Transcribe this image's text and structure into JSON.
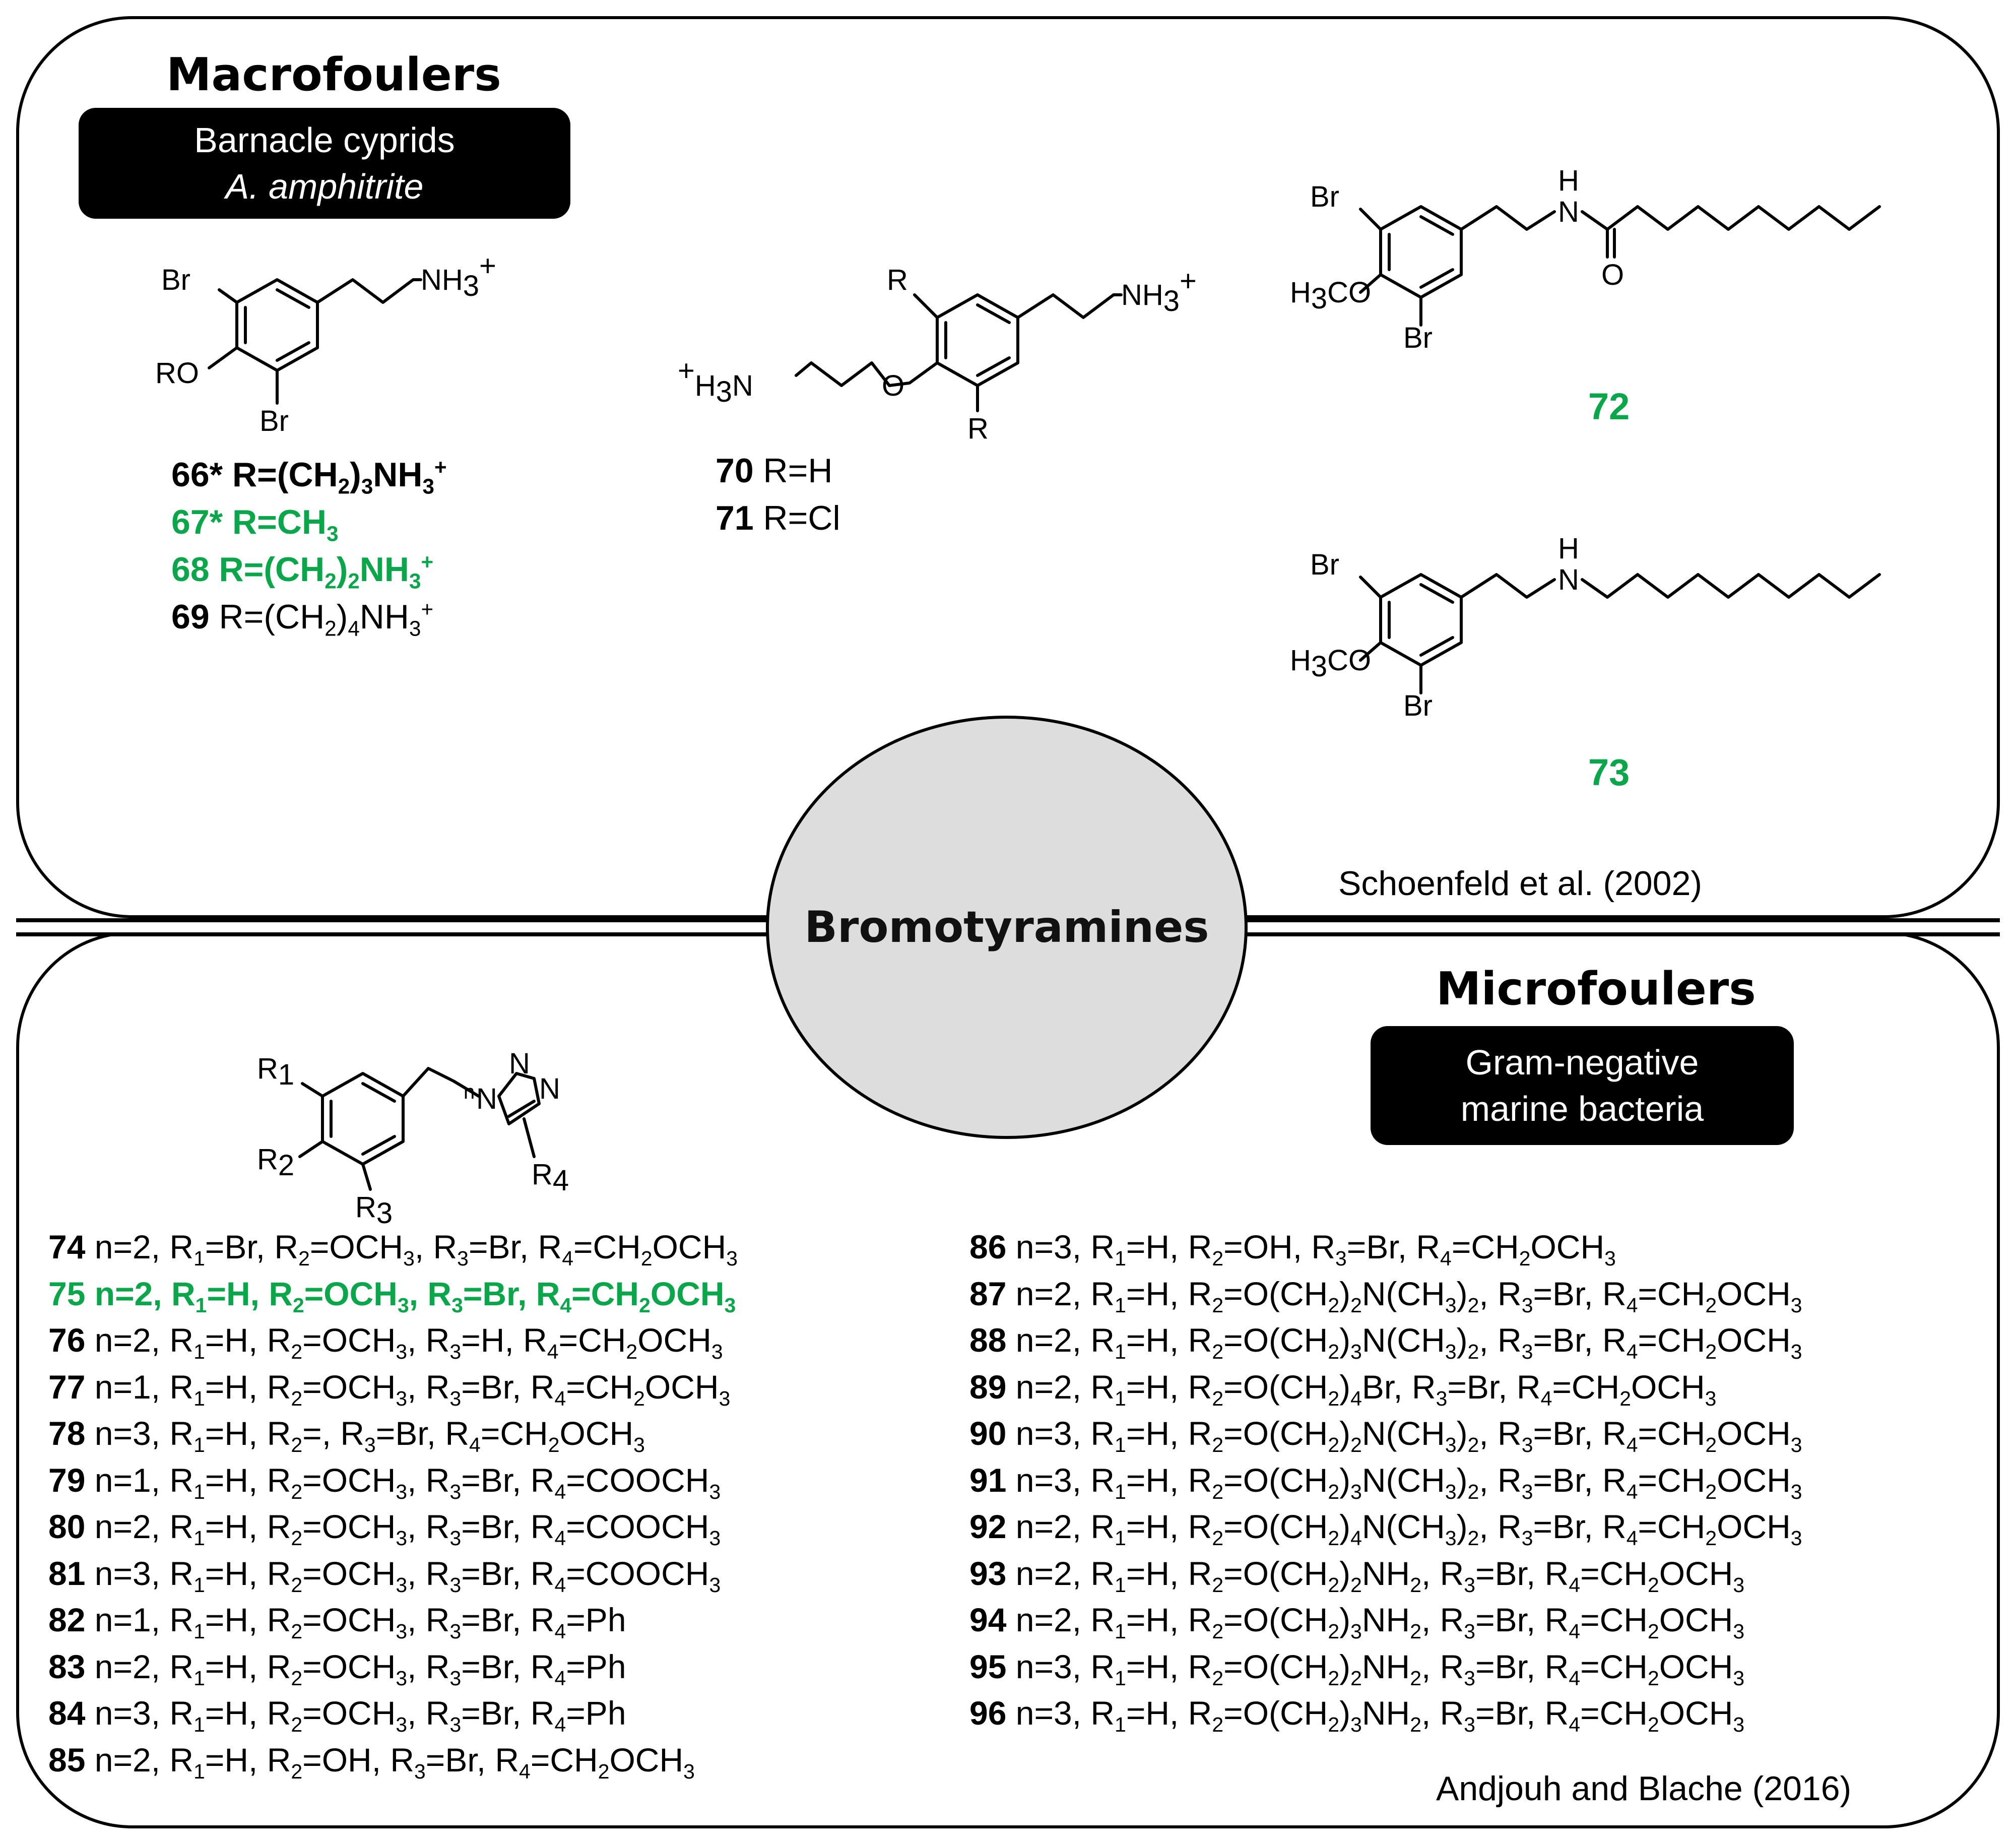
{
  "top_panel": {
    "heading": "Macrofoulers",
    "badge_line1": "Barnacle cyprids",
    "badge_line2": "A. amphitrite",
    "compounds_66_69": [
      {
        "num": "66*",
        "r": "R=(CH",
        "s1": "2",
        "r2": ")",
        "s2": "3",
        "r3": "NH",
        "s3": "3",
        "sup": "+"
      },
      {
        "num": "67*",
        "r": "R=CH",
        "s1": "3"
      },
      {
        "num": "68",
        "r": "R=(CH",
        "s1": "2",
        "r2": ")",
        "s2": "2",
        "r3": "NH",
        "s3": "3",
        "sup": "+"
      },
      {
        "num": "69",
        "r": "R=(CH",
        "s1": "2",
        "r2": ")",
        "s2": "4",
        "r3": "NH",
        "s3": "3",
        "sup": "+"
      }
    ],
    "compounds_70_71": [
      {
        "num": "70",
        "r": "R=H"
      },
      {
        "num": "71",
        "r": "R=Cl"
      }
    ],
    "compound_72": "72",
    "compound_73": "73",
    "citation": "Schoenfeld  et al. (2002)"
  },
  "center": {
    "label": "Bromotyramines"
  },
  "bottom_panel": {
    "heading": "Microfoulers",
    "badge_line1": "Gram-negative",
    "badge_line2": "marine bacteria",
    "citation": "Andjouh  and Blache  (2016)",
    "left_list": [
      {
        "num": "74",
        "n": "2",
        "r1": "Br",
        "r2": "OCH3",
        "r3": "Br",
        "r4": "CH2OCH3"
      },
      {
        "num": "75",
        "n": "2",
        "r1": "H",
        "r2": "OCH3",
        "r3": "Br",
        "r4": "CH2OCH3",
        "highlight": true
      },
      {
        "num": "76",
        "n": "2",
        "r1": "H",
        "r2": "OCH3",
        "r3": "H",
        "r4": "CH2OCH3"
      },
      {
        "num": "77",
        "n": "1",
        "r1": "H",
        "r2": "OCH3",
        "r3": "Br",
        "r4": "CH2OCH3"
      },
      {
        "num": "78",
        "n": "3",
        "r1": "H",
        "r2": "",
        "r3": "Br",
        "r4": "CH2OCH3"
      },
      {
        "num": "79",
        "n": "1",
        "r1": "H",
        "r2": "OCH3",
        "r3": "Br",
        "r4": "COOCH3"
      },
      {
        "num": "80",
        "n": "2",
        "r1": "H",
        "r2": "OCH3",
        "r3": "Br",
        "r4": "COOCH3"
      },
      {
        "num": "81",
        "n": "3",
        "r1": "H",
        "r2": "OCH3",
        "r3": "Br",
        "r4": "COOCH3"
      },
      {
        "num": "82",
        "n": "1",
        "r1": "H",
        "r2": "OCH3",
        "r3": "Br",
        "r4": "Ph"
      },
      {
        "num": "83",
        "n": "2",
        "r1": "H",
        "r2": "OCH3",
        "r3": "Br",
        "r4": "Ph"
      },
      {
        "num": "84",
        "n": "3",
        "r1": "H",
        "r2": "OCH3",
        "r3": "Br",
        "r4": "Ph"
      },
      {
        "num": "85",
        "n": "2",
        "r1": "H",
        "r2": "OH",
        "r3": "Br",
        "r4": "CH2OCH3"
      }
    ],
    "right_list": [
      {
        "num": "86",
        "n": "3",
        "r1": "H",
        "r2": "OH",
        "r3": "Br",
        "r4": "CH2OCH3"
      },
      {
        "num": "87",
        "n": "2",
        "r1": "H",
        "r2": "O(CH2)2N(CH3)2",
        "r3": "Br",
        "r4": "CH2OCH3"
      },
      {
        "num": "88",
        "n": "2",
        "r1": "H",
        "r2": "O(CH2)3N(CH3)2",
        "r3": "Br",
        "r4": "CH2OCH3"
      },
      {
        "num": "89",
        "n": "2",
        "r1": "H",
        "r2": "O(CH2)4Br",
        "r3": "Br",
        "r4": "CH2OCH3"
      },
      {
        "num": "90",
        "n": "3",
        "r1": "H",
        "r2": "O(CH2)2N(CH3)2",
        "r3": "Br",
        "r4": "CH2OCH3"
      },
      {
        "num": "91",
        "n": "3",
        "r1": "H",
        "r2": "O(CH2)3N(CH3)2",
        "r3": "Br",
        "r4": "CH2OCH3"
      },
      {
        "num": "92",
        "n": "2",
        "r1": "H",
        "r2": "O(CH2)4N(CH3)2",
        "r3": "Br",
        "r4": "CH2OCH3"
      },
      {
        "num": "93",
        "n": "2",
        "r1": "H",
        "r2": "O(CH2)2NH2",
        "r3": "Br",
        "r4": "CH2OCH3"
      },
      {
        "num": "94",
        "n": "2",
        "r1": "H",
        "r2": "O(CH2)3NH2",
        "r3": "Br",
        "r4": "CH2OCH3"
      },
      {
        "num": "95",
        "n": "3",
        "r1": "H",
        "r2": "O(CH2)2NH2",
        "r3": "Br",
        "r4": "CH2OCH3"
      },
      {
        "num": "96",
        "n": "3",
        "r1": "H",
        "r2": "O(CH2)3NH2",
        "r3": "Br",
        "r4": "CH2OCH3"
      }
    ]
  },
  "structure_labels": {
    "Br": "Br",
    "RO": "RO",
    "R": "R",
    "NH3": "NH",
    "three": "3",
    "plus": "+",
    "H3N": "H",
    "N": "N",
    "O": "O",
    "H": "H",
    "H3CO_H": "H",
    "H3CO_CO": "CO",
    "R1": "R",
    "R2": "R",
    "R3": "R",
    "R4": "R",
    "one": "1",
    "two": "2",
    "four": "4",
    "n": "n"
  },
  "colors": {
    "highlight": "#0aa64a",
    "circle_fill": "#dddddd",
    "badge_bg": "#000000"
  }
}
